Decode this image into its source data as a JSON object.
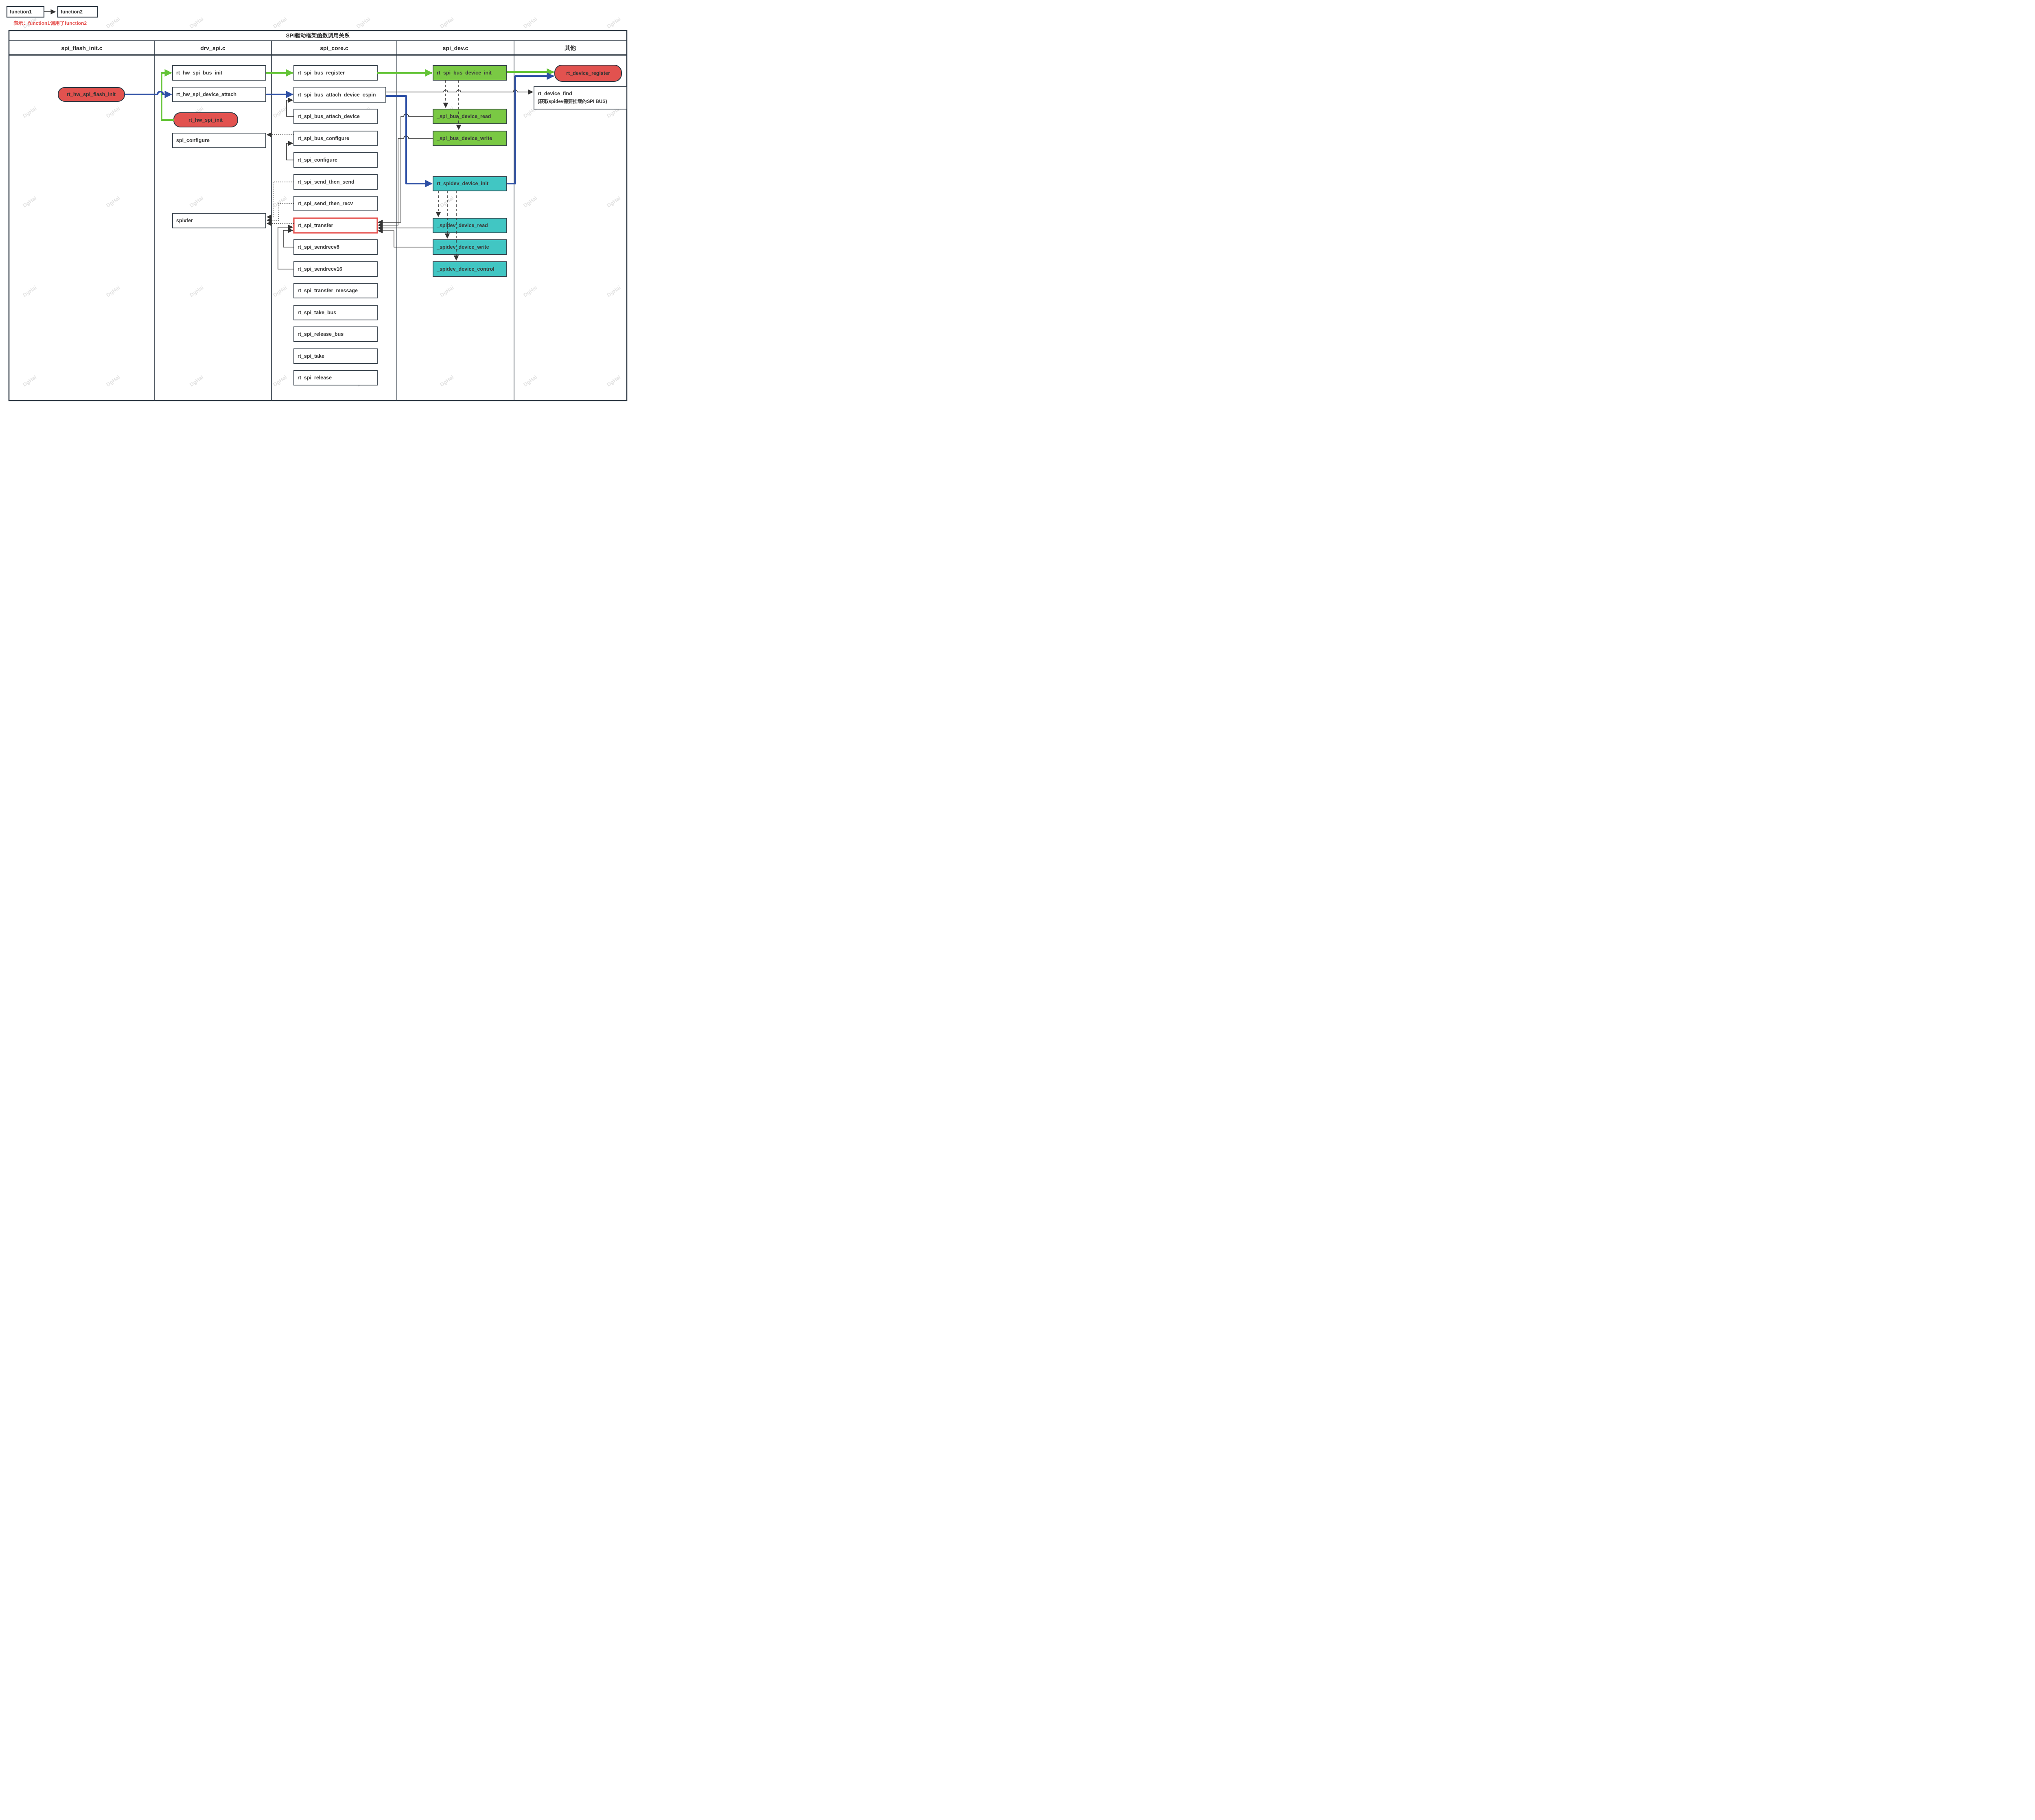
{
  "legend": {
    "box1": "function1",
    "box2": "function2",
    "note": "表示：function1调用了function2"
  },
  "table": {
    "title": "SPI驱动框架函数调用关系",
    "columns": [
      "spi_flash_init.c",
      "drv_spi.c",
      "spi_core.c",
      "spi_dev.c",
      "其他"
    ]
  },
  "nodes": {
    "hw_flash_init": "rt_hw_spi_flash_init",
    "hw_bus_init": "rt_hw_spi_bus_init",
    "hw_device_attach": "rt_hw_spi_device_attach",
    "hw_spi_init": "rt_hw_spi_init",
    "drv_spi_configure": "spi_configure",
    "drv_spixfer": "spixfer",
    "bus_register": "rt_spi_bus_register",
    "bus_attach_cspin": "rt_spi_bus_attach_device_cspin",
    "bus_attach": "rt_spi_bus_attach_device",
    "bus_configure": "rt_spi_bus_configure",
    "core_configure": "rt_spi_configure",
    "send_then_send": "rt_spi_send_then_send",
    "send_then_recv": "rt_spi_send_then_recv",
    "transfer": "rt_spi_transfer",
    "sendrecv8": "rt_spi_sendrecv8",
    "sendrecv16": "rt_spi_sendrecv16",
    "transfer_message": "rt_spi_transfer_message",
    "take_bus": "rt_spi_take_bus",
    "release_bus": "rt_spi_release_bus",
    "take": "rt_spi_take",
    "release": "rt_spi_release",
    "bus_device_init": "rt_spi_bus_device_init",
    "bus_device_read": "_spi_bus_device_read",
    "bus_device_write": "_spi_bus_device_write",
    "spidev_init": "rt_spidev_device_init",
    "spidev_read": "_spidev_device_read",
    "spidev_write": "_spidev_device_write",
    "spidev_control": "_spidev_device_control",
    "device_register": "rt_device_register",
    "device_find": "rt_device_find",
    "device_find_note": "(获取spidev需要挂载的SPI BUS)"
  },
  "watermark": "DgHai",
  "colors": {
    "box_green": "#7ac944",
    "box_cyan": "#41c6c3",
    "box_red": "#e2524f",
    "arrow_green": "#64c437",
    "arrow_blue": "#2d4fa5",
    "highlight_red": "#e5504d",
    "line_dark": "#2c3742",
    "note_red": "#e5504d",
    "watermark_gray": "#d9d9d9"
  }
}
